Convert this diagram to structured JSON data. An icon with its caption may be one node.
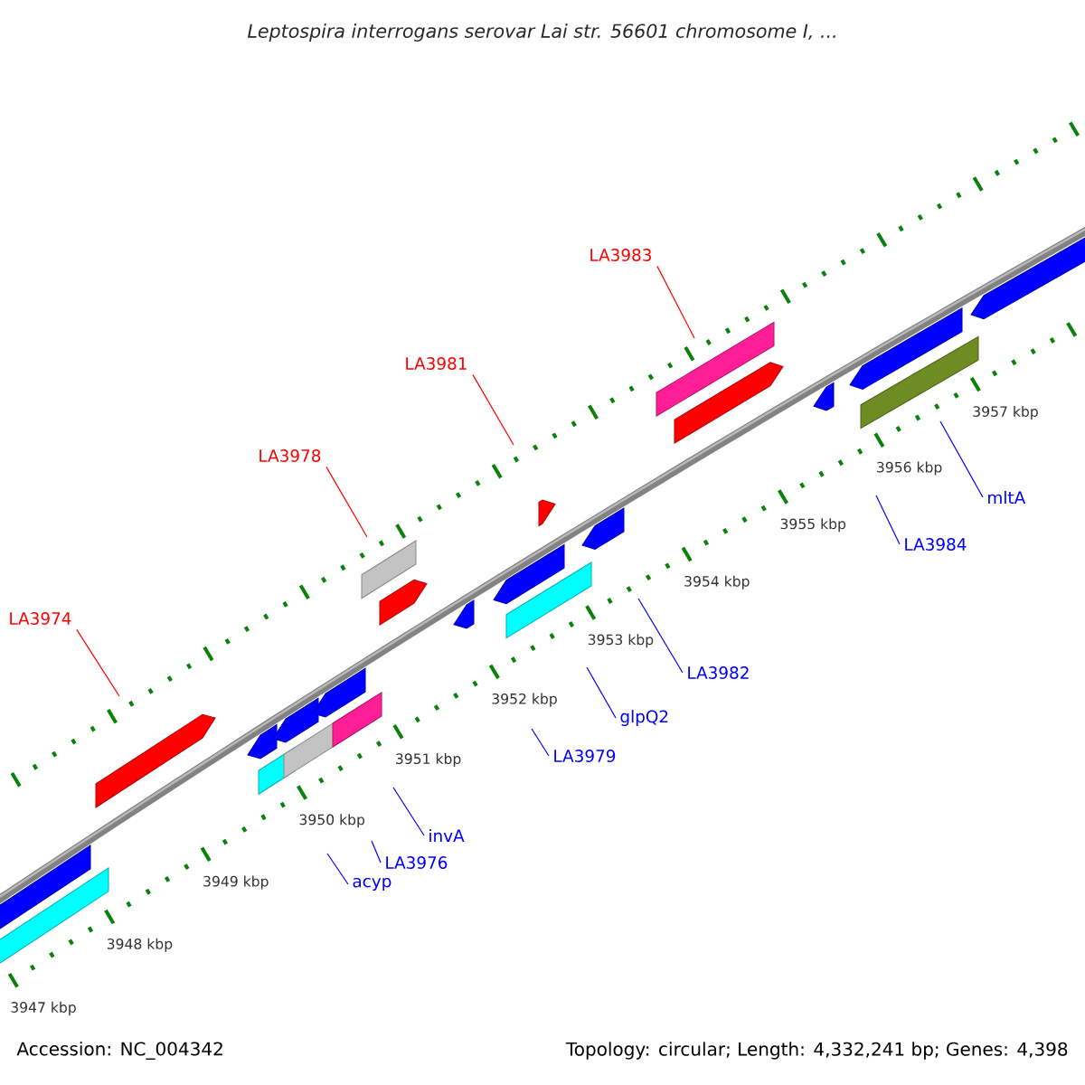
{
  "diagram": {
    "title": "Leptospira interrogans serovar Lai str. 56601 chromosome I, ...",
    "nodes": [
      {
        "text": [
          "LA3974"
        ]
      },
      {
        "text": [
          "LA3978"
        ]
      },
      {
        "text": [
          "LA3981"
        ]
      },
      {
        "text": [
          "LA3983"
        ]
      },
      {
        "text": [
          "acyp"
        ]
      },
      {
        "text": [
          "LA3976"
        ]
      },
      {
        "text": [
          "invA"
        ]
      },
      {
        "text": [
          "LA3979"
        ]
      },
      {
        "text": [
          "glpQ2"
        ]
      },
      {
        "text": [
          "LA3982"
        ]
      },
      {
        "text": [
          "LA3984"
        ]
      },
      {
        "text": [
          "mltA"
        ]
      }
    ],
    "edges": [
      {
        "from": 0,
        "to": null,
        "arrow": "none",
        "color": "#ff0000"
      },
      {
        "from": 1,
        "to": null,
        "arrow": "none",
        "color": "#ff0000"
      },
      {
        "from": 2,
        "to": null,
        "arrow": "none",
        "color": "#ff0000"
      },
      {
        "from": 3,
        "to": null,
        "arrow": "none",
        "color": "#ff0000"
      },
      {
        "from": 4,
        "to": null,
        "arrow": "none"
      },
      {
        "from": 5,
        "to": null,
        "arrow": "none"
      },
      {
        "from": 6,
        "to": null,
        "arrow": "none"
      },
      {
        "from": 7,
        "to": null,
        "arrow": "none"
      },
      {
        "from": 8,
        "to": null,
        "arrow": "none"
      },
      {
        "from": 9,
        "to": null,
        "arrow": "none"
      },
      {
        "from": 10,
        "to": null,
        "arrow": "none"
      },
      {
        "from": 11,
        "to": null,
        "arrow": "none"
      }
    ],
    "labels": [
      "3947 kbp",
      "3948 kbp",
      "3949 kbp",
      "3950 kbp",
      "3951 kbp",
      "3952 kbp",
      "3953 kbp",
      "3954 kbp",
      "3955 kbp",
      "3956 kbp",
      "3957 kbp",
      "Accession: NC_004342",
      "Topology: circular; Length: 4,332,241 bp; Genes: 4,398"
    ]
  }
}
